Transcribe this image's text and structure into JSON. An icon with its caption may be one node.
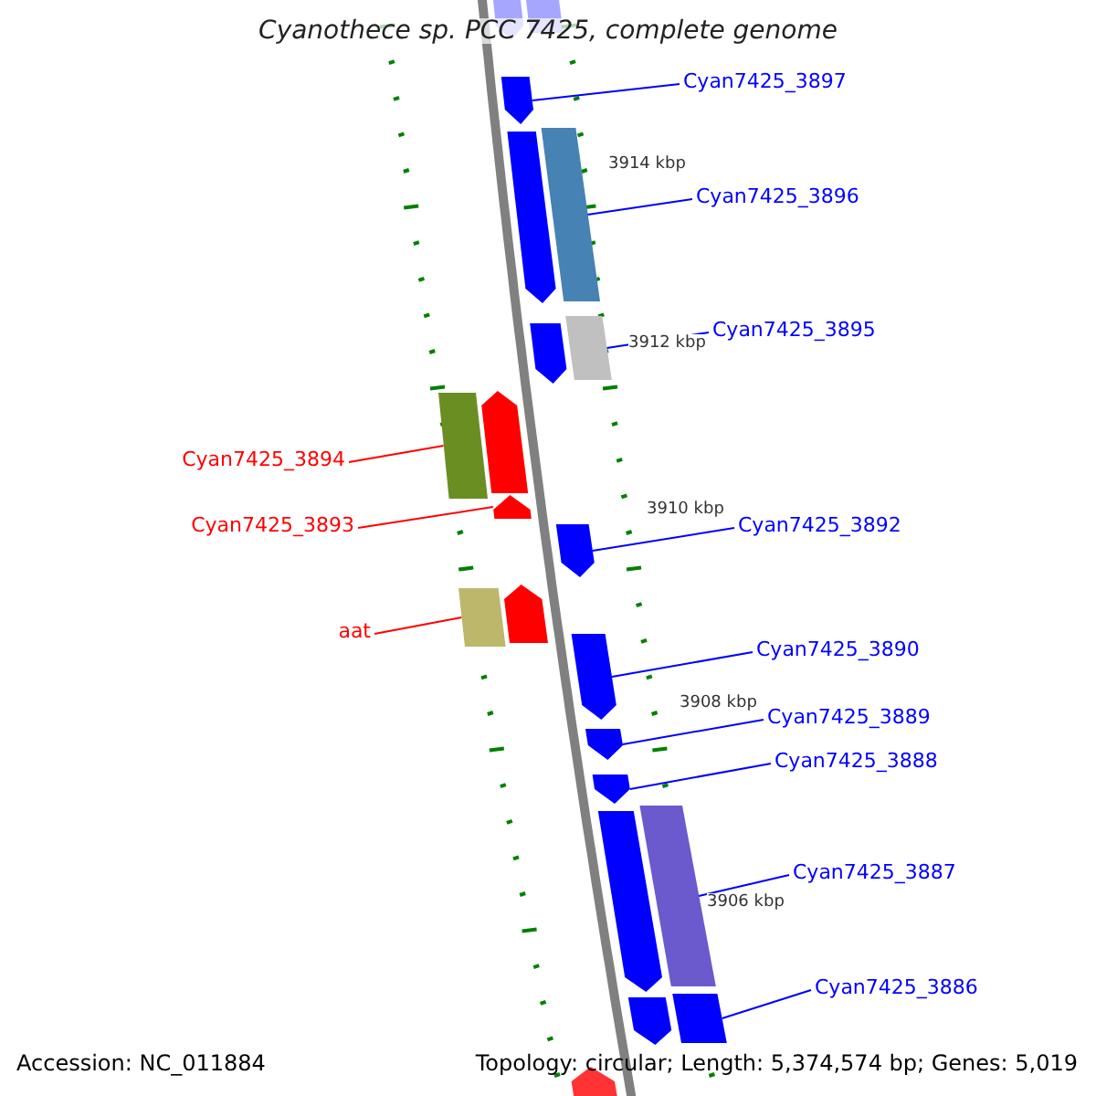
{
  "diagram": {
    "title": "Cyanothece sp. PCC 7425, complete genome",
    "nodes": [
      {
        "text": [],
        "shape": "arrow"
      },
      {
        "text": [],
        "shape": "box"
      },
      {
        "text": [
          "Cyan7425_3897"
        ]
      },
      {
        "text": [],
        "shape": "arrow"
      },
      {
        "text": [
          "Cyan7425_3896"
        ]
      },
      {
        "text": [],
        "shape": "box"
      },
      {
        "text": [],
        "shape": "arrow"
      },
      {
        "text": [
          "Cyan7425_3895"
        ]
      },
      {
        "text": [],
        "shape": "box"
      },
      {
        "text": [],
        "shape": "arrow"
      },
      {
        "text": [
          "Cyan7425_3894"
        ]
      },
      {
        "text": [],
        "shape": "box"
      },
      {
        "text": [],
        "shape": "arrow"
      },
      {
        "text": [
          "Cyan7425_3893"
        ]
      },
      {
        "text": [],
        "shape": "arrow"
      },
      {
        "text": [
          "Cyan7425_3892"
        ]
      },
      {
        "text": [],
        "shape": "arrow"
      },
      {
        "text": [
          "aat"
        ]
      },
      {
        "text": [],
        "shape": "box"
      },
      {
        "text": [],
        "shape": "arrow"
      },
      {
        "text": [
          "Cyan7425_3890"
        ]
      },
      {
        "text": [],
        "shape": "arrow"
      },
      {
        "text": [
          "Cyan7425_3889"
        ]
      },
      {
        "text": [],
        "shape": "arrow"
      },
      {
        "text": [
          "Cyan7425_3888"
        ]
      },
      {
        "text": [],
        "shape": "arrow"
      },
      {
        "text": [
          "Cyan7425_3887"
        ]
      },
      {
        "text": [],
        "shape": "box"
      },
      {
        "text": [],
        "shape": "arrow"
      },
      {
        "text": [
          "Cyan7425_3886"
        ]
      },
      {
        "text": [],
        "shape": "box"
      },
      {
        "text": [],
        "shape": "arrow"
      },
      {
        "text": [],
        "shape": "arrow"
      }
    ],
    "edges": [
      {
        "from": 2,
        "to": 3,
        "arrow": "none"
      },
      {
        "from": 4,
        "to": 5,
        "arrow": "none"
      },
      {
        "from": 7,
        "to": 8,
        "arrow": "none"
      },
      {
        "from": 10,
        "to": 11,
        "arrow": "none",
        "color": "#ff0000"
      },
      {
        "from": 13,
        "to": 14,
        "arrow": "none",
        "color": "#ff0000"
      },
      {
        "from": 15,
        "to": 16,
        "arrow": "none"
      },
      {
        "from": 17,
        "to": 18,
        "arrow": "none",
        "color": "#ff0000"
      },
      {
        "from": 20,
        "to": 21,
        "arrow": "none"
      },
      {
        "from": 22,
        "to": 23,
        "arrow": "none"
      },
      {
        "from": 24,
        "to": 25,
        "arrow": "none"
      },
      {
        "from": 26,
        "to": 27,
        "arrow": "none"
      },
      {
        "from": 29,
        "to": 30,
        "arrow": "none"
      }
    ],
    "labels": [
      "3914 kbp",
      "3912 kbp",
      "3910 kbp",
      "3908 kbp",
      "3906 kbp",
      "Accession: NC_011884",
      "Topology: circular; Length: 5,374,574 bp; Genes: 5,019"
    ]
  }
}
